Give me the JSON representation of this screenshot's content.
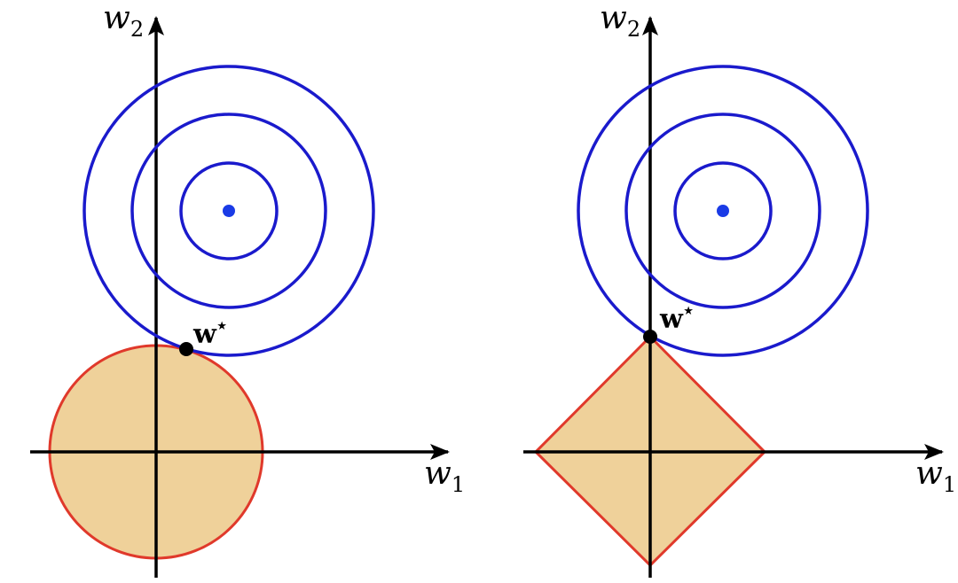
{
  "panels": [
    {
      "id": "l2",
      "axis_x_label": {
        "base": "w",
        "sub": "1"
      },
      "axis_y_label": {
        "base": "w",
        "sub": "2"
      },
      "optimum_label": {
        "base": "w",
        "sup": "⋆"
      },
      "constraint_shape": "circle",
      "colors": {
        "contour": "#1a1acc",
        "constraint_stroke": "#e0392b",
        "constraint_fill": "#efd19a",
        "center_dot": "#1a3be6",
        "optimum_dot": "#000000"
      }
    },
    {
      "id": "l1",
      "axis_x_label": {
        "base": "w",
        "sub": "1"
      },
      "axis_y_label": {
        "base": "w",
        "sub": "2"
      },
      "optimum_label": {
        "base": "w",
        "sup": "⋆"
      },
      "constraint_shape": "diamond",
      "colors": {
        "contour": "#1a1acc",
        "constraint_stroke": "#e0392b",
        "constraint_fill": "#efd19a",
        "center_dot": "#1a3be6",
        "optimum_dot": "#000000"
      }
    }
  ]
}
